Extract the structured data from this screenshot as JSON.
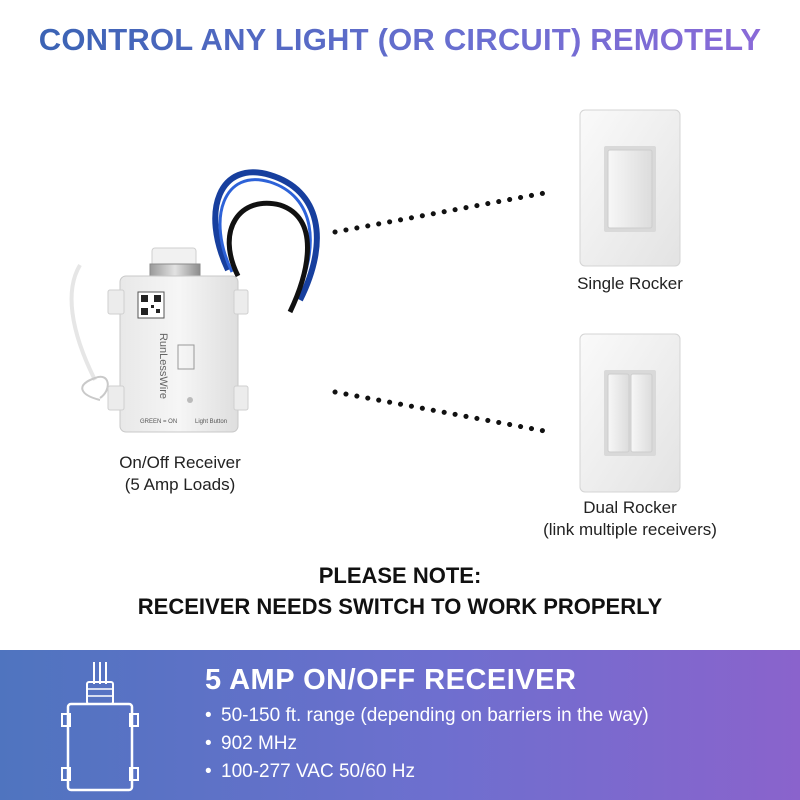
{
  "headline": "CONTROL ANY LIGHT (OR CIRCUIT) REMOTELY",
  "receiver": {
    "caption_line1": "On/Off Receiver",
    "caption_line2": "(5 Amp Loads)",
    "brand_label": "RunLessWire",
    "button_label": "Light Button",
    "led_label": "GREEN = ON"
  },
  "single_switch": {
    "caption": "Single Rocker"
  },
  "dual_switch": {
    "caption_line1": "Dual Rocker",
    "caption_line2": "(link multiple receivers)"
  },
  "note": {
    "line1": "PLEASE NOTE:",
    "line2": "RECEIVER NEEDS SWITCH TO WORK PROPERLY"
  },
  "banner": {
    "title": "5 AMP ON/OFF RECEIVER",
    "bullet": "•",
    "specs": [
      "50-150 ft. range (depending on barriers in the way)",
      "902 MHz",
      "100-277 VAC 50/60 Hz"
    ],
    "gradient_start": "#4f74bf",
    "gradient_end": "#8a63cc"
  },
  "colors": {
    "headline_start": "#3b63b4",
    "headline_end": "#8a6ad8",
    "wire_blue": "#1f4fc4"
  }
}
